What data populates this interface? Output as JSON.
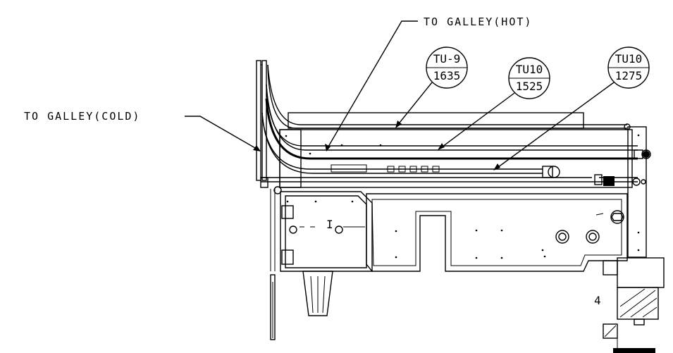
{
  "callouts": {
    "hot": "TO GALLEY(HOT)",
    "cold": "TO GALLEY(COLD)"
  },
  "bubbles": [
    {
      "top": "TU-9",
      "bottom": "1635"
    },
    {
      "top": "TU10",
      "bottom": "1525"
    },
    {
      "top": "TU10",
      "bottom": "1275"
    }
  ],
  "marks": {
    "section_mark": "I",
    "small_mark": "4"
  }
}
